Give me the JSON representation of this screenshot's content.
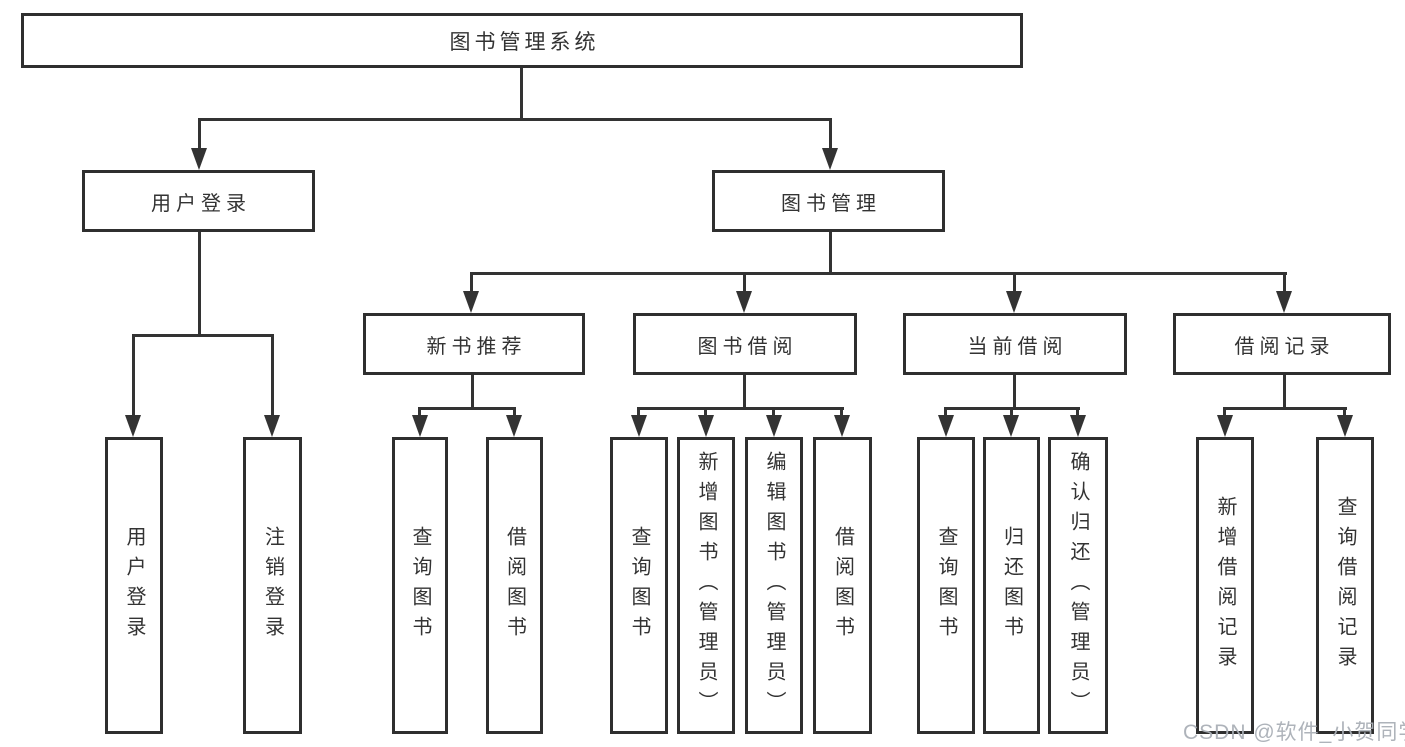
{
  "diagram": {
    "type": "hierarchy-tree",
    "colors": {
      "background": "#ffffff",
      "line": "#333333",
      "text": "#333333",
      "watermark": "#aaafb6"
    },
    "nodes": {
      "root": "图书管理系统",
      "user_login": {
        "label": "用户登录",
        "leaves": [
          "用户登录",
          "注销登录"
        ]
      },
      "book_mgmt": {
        "label": "图书管理",
        "groups": [
          {
            "label": "新书推荐",
            "leaves": [
              "查询图书",
              "借阅图书"
            ]
          },
          {
            "label": "图书借阅",
            "leaves": [
              "查询图书",
              "新增图书（管理员）",
              "编辑图书（管理员）",
              "借阅图书"
            ]
          },
          {
            "label": "当前借阅",
            "leaves": [
              "查询图书",
              "归还图书",
              "确认归还（管理员）"
            ]
          },
          {
            "label": "借阅记录",
            "leaves": [
              "新增借阅记录",
              "查询借阅记录"
            ]
          }
        ]
      }
    },
    "watermark": "CSDN @软件_小贺同学"
  }
}
